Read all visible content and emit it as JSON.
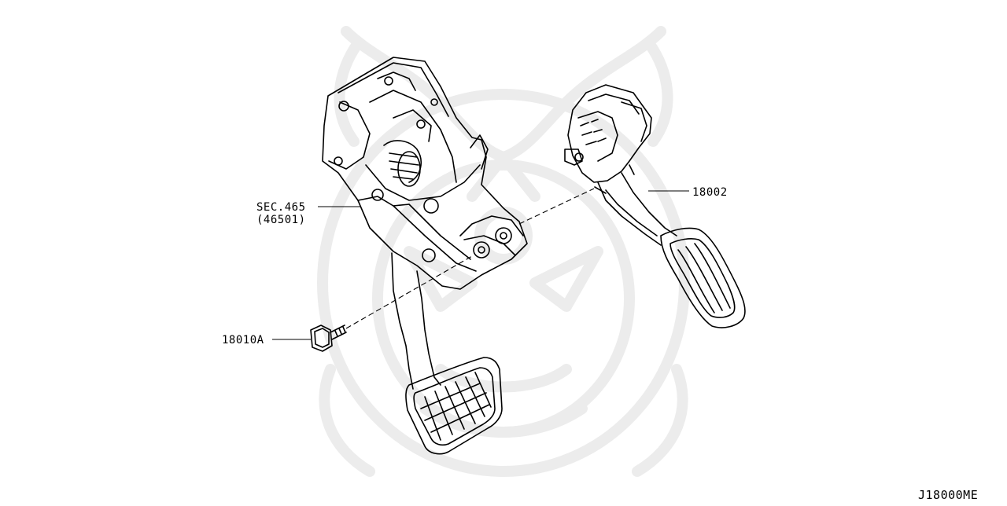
{
  "diagram": {
    "callouts": {
      "sec": "SEC.465",
      "sec_sub": "(46501)",
      "accel": "18002",
      "bolt": "18010A"
    },
    "figure_code": "J18000ME"
  },
  "colors": {
    "line": "#000000",
    "watermark": "#ececec",
    "background": "#ffffff"
  }
}
